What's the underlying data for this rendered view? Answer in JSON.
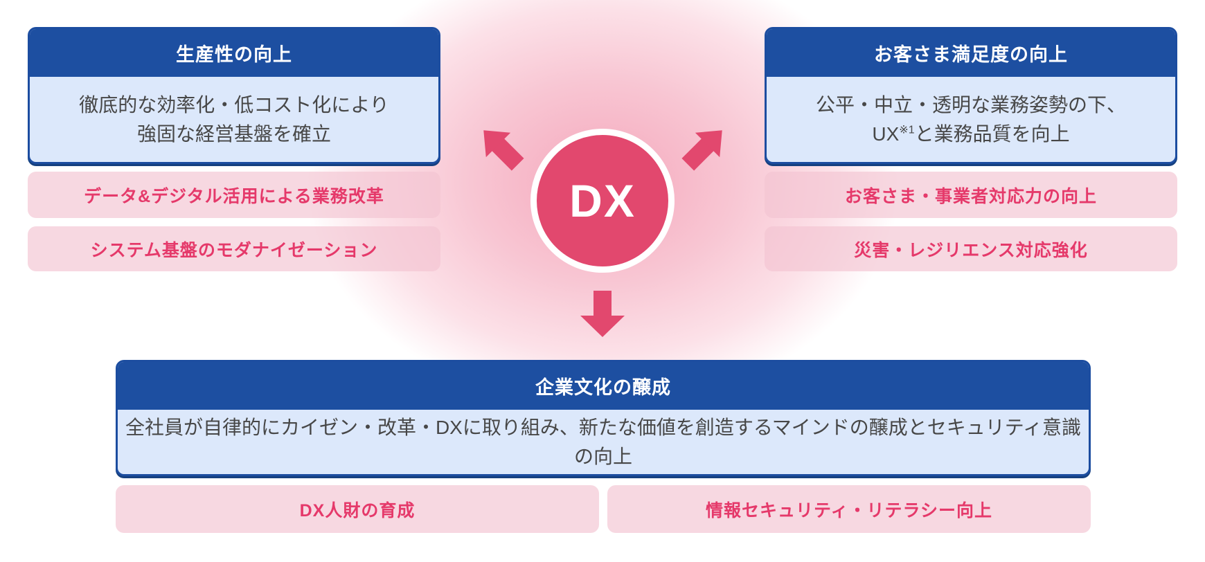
{
  "diagram": {
    "center": {
      "label": "DX"
    },
    "top_left": {
      "header": "生産性の向上",
      "body_line1": "徹底的な効率化・低コスト化により",
      "body_line2": "強固な経営基盤を確立",
      "tags": [
        "データ&デジタル活用による業務改革",
        "システム基盤のモダナイゼーション"
      ]
    },
    "top_right": {
      "header": "お客さま満足度の向上",
      "body_line1": "公平・中立・透明な業務姿勢の下、",
      "body_line2_prefix": "UX",
      "body_line2_sup": "※1",
      "body_line2_suffix": "と業務品質を向上",
      "tags": [
        "お客さま・事業者対応力の向上",
        "災害・レジリエンス対応強化"
      ]
    },
    "bottom": {
      "header": "企業文化の醸成",
      "body": "全社員が自律的にカイゼン・改革・DXに取り組み、新たな価値を創造するマインドの醸成とセキュリティ意識の向上",
      "tags": [
        "DX人財の育成",
        "情報セキュリティ・リテラシー向上"
      ]
    },
    "colors": {
      "header_blue": "#1d4fa1",
      "card_border_blue": "#1c4da0",
      "card_body_blue": "#dce8fb",
      "tag_pink_bg": "#f7d6e0",
      "tag_text_pink": "#e5396a",
      "accent_pink": "#e2486e",
      "glow_pink": "#f5a8bc"
    }
  }
}
